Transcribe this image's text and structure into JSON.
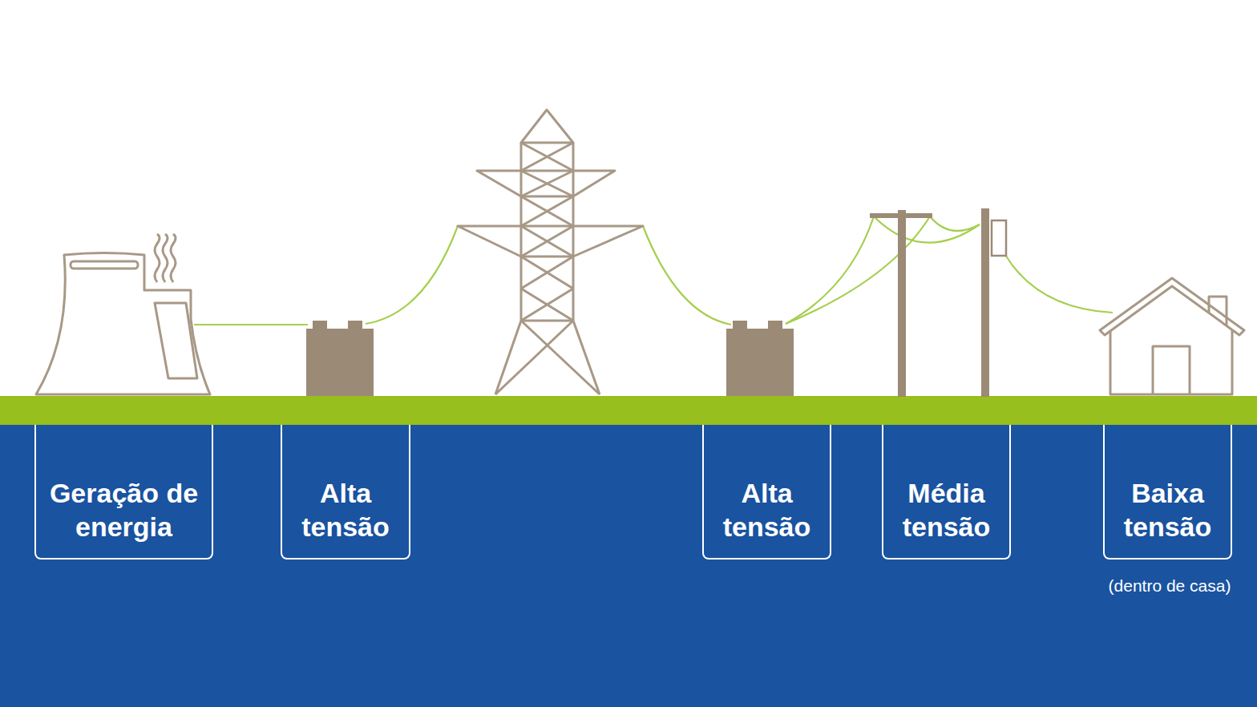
{
  "diagram": {
    "nodes": [
      {
        "text": [
          "Geração de energia"
        ]
      },
      {
        "text": [
          "Alta tensão"
        ]
      },
      {
        "text": [
          "Alta tensão"
        ]
      },
      {
        "text": [
          "Média tensão"
        ]
      },
      {
        "text": [
          "Baixa tensão"
        ]
      }
    ],
    "labels": [
      "(dentro de casa)"
    ]
  }
}
